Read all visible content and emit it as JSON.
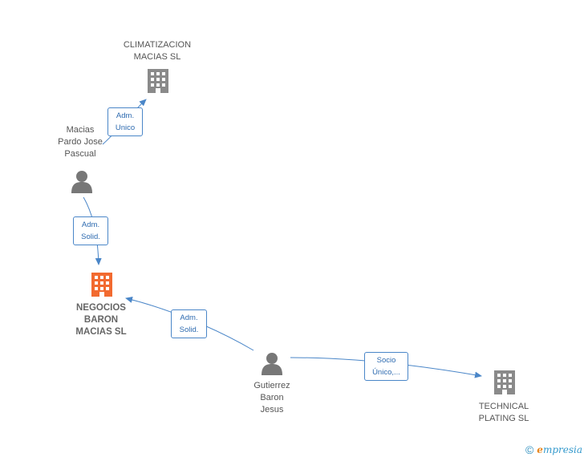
{
  "colors": {
    "edge": "#4a86c8",
    "company": "#8a8a8a",
    "company_main": "#f26a30",
    "person": "#777777",
    "label_text": "#2e6bb0"
  },
  "nodes": {
    "climatizacion": {
      "label": "CLIMATIZACION\nMACIAS  SL",
      "icon": "building-icon"
    },
    "macias": {
      "label": "Macias\nPardo Jose\nPascual",
      "icon": "person-icon"
    },
    "negocios": {
      "label": "NEGOCIOS\nBARON\nMACIAS SL",
      "icon": "building-icon"
    },
    "gutierrez": {
      "label": "Gutierrez\nBaron\nJesus",
      "icon": "person-icon"
    },
    "technical": {
      "label": "TECHNICAL\nPLATING SL",
      "icon": "building-icon"
    }
  },
  "edges": {
    "macias_climatizacion": {
      "label": "Adm.\nUnico"
    },
    "macias_negocios": {
      "label": "Adm.\nSolid."
    },
    "gutierrez_negocios": {
      "label": "Adm.\nSolid."
    },
    "gutierrez_technical": {
      "label": "Socio\nÚnico,..."
    }
  },
  "footer": {
    "symbol": "©",
    "brand_initial": "e",
    "brand_rest": "mpresia"
  }
}
